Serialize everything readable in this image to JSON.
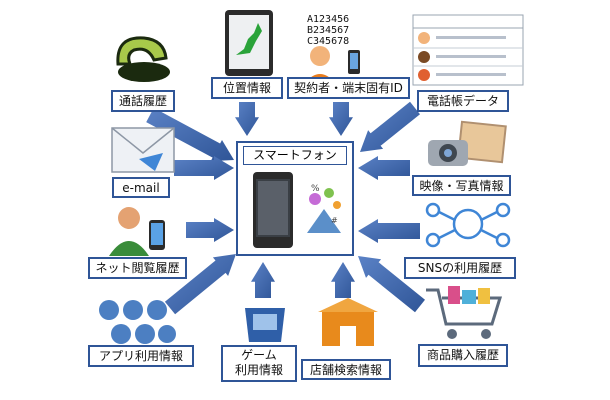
{
  "center": {
    "label": "スマートフォン"
  },
  "nodes": {
    "call_history": "通話履歴",
    "location": "位置情報",
    "contractor_id": "契約者・端末固有ID",
    "phonebook": "電話帳データ",
    "email": "e-mail",
    "video_photo": "映像・写真情報",
    "net_browsing": "ネット閲覧履歴",
    "sns_history": "SNSの利用履歴",
    "app_usage": "アプリ利用情報",
    "game_line1": "ゲーム",
    "game_line2": "利用情報",
    "store_search": "店舗検索情報",
    "purchase_history": "商品購入履歴"
  },
  "device_ids": [
    "A123456",
    "B234567",
    "C345678"
  ],
  "colors": {
    "arrow": "#3d65ad",
    "border": "#2f5597"
  }
}
